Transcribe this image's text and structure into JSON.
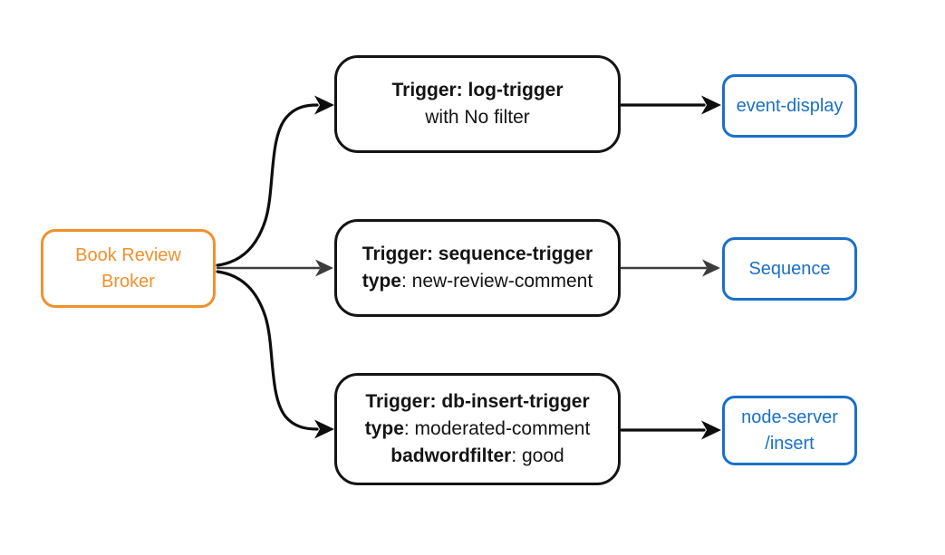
{
  "broker": {
    "label_lines": [
      "Book Review",
      "Broker"
    ]
  },
  "triggers": [
    {
      "id": "log-trigger",
      "lines": [
        [
          {
            "t": "Trigger: log-trigger",
            "b": true
          }
        ],
        [
          {
            "t": "with No filter",
            "b": false
          }
        ]
      ]
    },
    {
      "id": "sequence-trigger",
      "lines": [
        [
          {
            "t": "Trigger: sequence-trigger",
            "b": true
          }
        ],
        [
          {
            "t": "type",
            "b": true
          },
          {
            "t": ": new-review-comment",
            "b": false
          }
        ]
      ]
    },
    {
      "id": "db-insert-trigger",
      "lines": [
        [
          {
            "t": "Trigger: db-insert-trigger",
            "b": true
          }
        ],
        [
          {
            "t": "type",
            "b": true
          },
          {
            "t": ": moderated-comment",
            "b": false
          }
        ],
        [
          {
            "t": "badwordfilter",
            "b": true
          },
          {
            "t": ": good",
            "b": false
          }
        ]
      ]
    }
  ],
  "sinks": [
    {
      "id": "event-display",
      "label_lines": [
        "event-display"
      ]
    },
    {
      "id": "sequence",
      "label_lines": [
        "Sequence"
      ]
    },
    {
      "id": "node-server-insert",
      "label_lines": [
        "node-server",
        "/insert"
      ]
    }
  ],
  "colors": {
    "background": "#ffffff",
    "broker_accent": "#f0912d",
    "trigger_accent": "#141414",
    "sink_accent": "#1a70c8",
    "edge_dark": "#0d0d0d",
    "edge_gray": "#3c3c3c"
  }
}
